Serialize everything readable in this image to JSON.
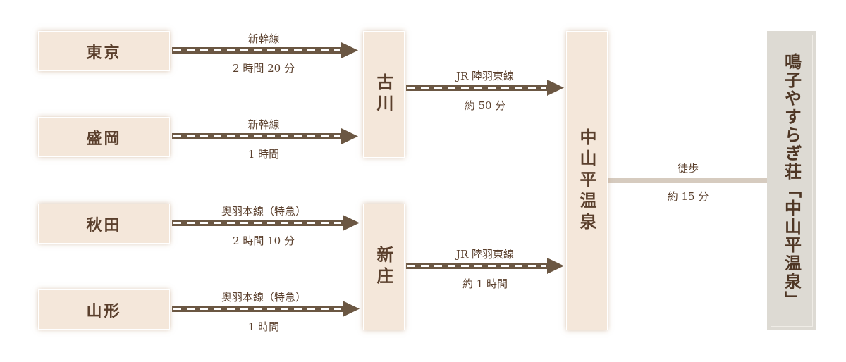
{
  "origins": [
    "東京",
    "盛岡",
    "秋田",
    "山形"
  ],
  "hubs": [
    "古川",
    "新庄"
  ],
  "station": "中山平温泉",
  "destination": "鳴子やすらぎ荘「中山平温泉」",
  "routes": [
    {
      "line": "新幹線",
      "time": "2 時間 20 分"
    },
    {
      "line": "新幹線",
      "time": "1 時間"
    },
    {
      "line": "奥羽本線（特急）",
      "time": "2 時間 10 分"
    },
    {
      "line": "奥羽本線（特急）",
      "time": "1 時間"
    },
    {
      "line": "JR 陸羽東線",
      "time": "約 50 分"
    },
    {
      "line": "JR 陸羽東線",
      "time": "約 1 時間"
    },
    {
      "line": "徒歩",
      "time": "約 15 分"
    }
  ],
  "colors": {
    "box": "#f4e7da",
    "rail": "#6b5743",
    "text": "#5a3f2c",
    "dest_bg": "#dddad3",
    "walk": "#d6cbbf"
  }
}
